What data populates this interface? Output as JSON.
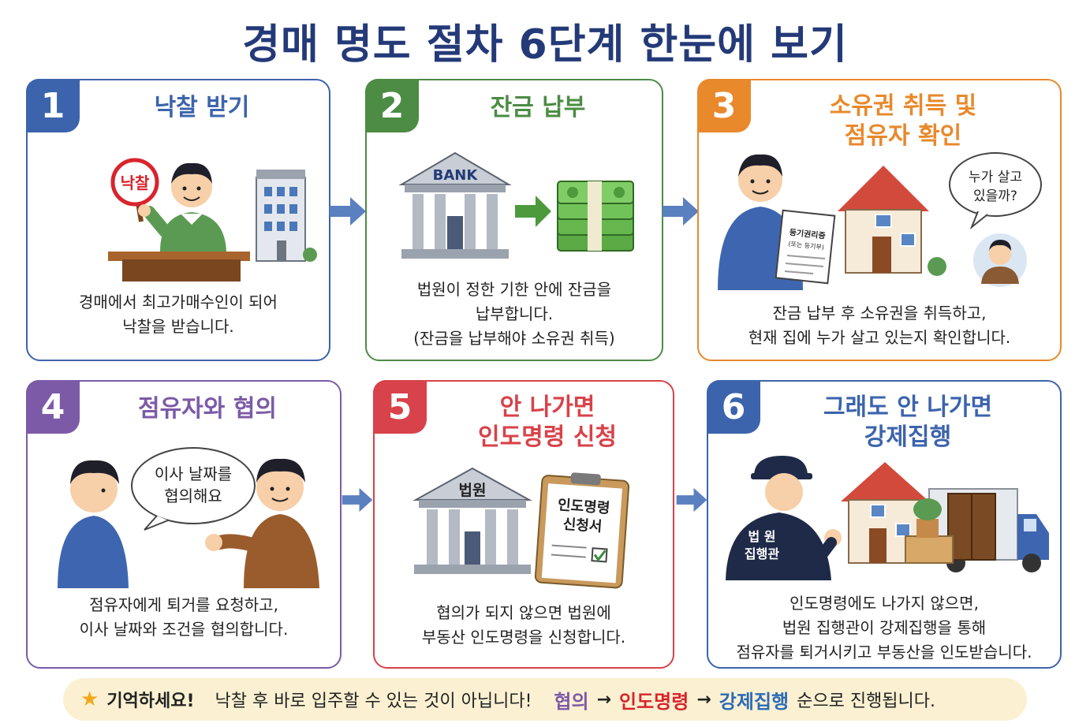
{
  "title": "경매 명도 절차 6단계 한눈에 보기",
  "colors": {
    "title": "#243a78",
    "step1": "#3c64ac",
    "step2": "#4c8c44",
    "step3": "#e8892c",
    "step4": "#7c5aa8",
    "step5": "#d8424a",
    "step6": "#3c64ac",
    "note_bg": "#fbf1d2"
  },
  "steps": [
    {
      "number": "1",
      "title": "낙찰 받기",
      "description": [
        "경매에서 최고가매수인이 되어",
        "낙찰을 받습니다."
      ],
      "illustration": {
        "paddle_text": "낙찰"
      }
    },
    {
      "number": "2",
      "title": "잔금 납부",
      "description": [
        "법원이 정한 기한 안에 잔금을",
        "납부합니다.",
        "(잔금을 납부해야 소유권 취득)"
      ],
      "illustration": {
        "bank_sign": "BANK"
      }
    },
    {
      "number": "3",
      "title_lines": [
        "소유권 취득 및",
        "점유자 확인"
      ],
      "description": [
        "잔금 납부 후 소유권을 취득하고,",
        "현재 집에 누가 살고 있는지 확인합니다."
      ],
      "illustration": {
        "document_line1": "등기권리증",
        "document_line2": "(또는 등기부)",
        "bubble_line1": "누가 살고",
        "bubble_line2": "있을까?"
      }
    },
    {
      "number": "4",
      "title": "점유자와 협의",
      "description": [
        "점유자에게 퇴거를 요청하고,",
        "이사 날짜와 조건을 협의합니다."
      ],
      "illustration": {
        "bubble_line1": "이사 날짜를",
        "bubble_line2": "협의해요"
      }
    },
    {
      "number": "5",
      "title_lines": [
        "안 나가면",
        "인도명령 신청"
      ],
      "description": [
        "협의가 되지 않으면 법원에",
        "부동산 인도명령을 신청합니다."
      ],
      "illustration": {
        "court_sign": "법원",
        "document_line1": "인도명령",
        "document_line2": "신청서"
      }
    },
    {
      "number": "6",
      "title_lines": [
        "그래도 안 나가면",
        "강제집행"
      ],
      "description": [
        "인도명령에도 나가지 않으면,",
        "법원 집행관이 강제집행을 통해",
        "점유자를 퇴거시키고 부동산을 인도받습니다."
      ],
      "illustration": {
        "officer_line1": "법 원",
        "officer_line2": "집행관"
      }
    }
  ],
  "note": {
    "star_icon": "★",
    "label": "기억하세요!",
    "text": "낙찰 후 바로 입주할 수 있는 것이 아닙니다!",
    "flow": [
      "협의",
      "인도명령",
      "강제집행"
    ],
    "arrow": "→",
    "suffix": "순으로 진행됩니다."
  }
}
